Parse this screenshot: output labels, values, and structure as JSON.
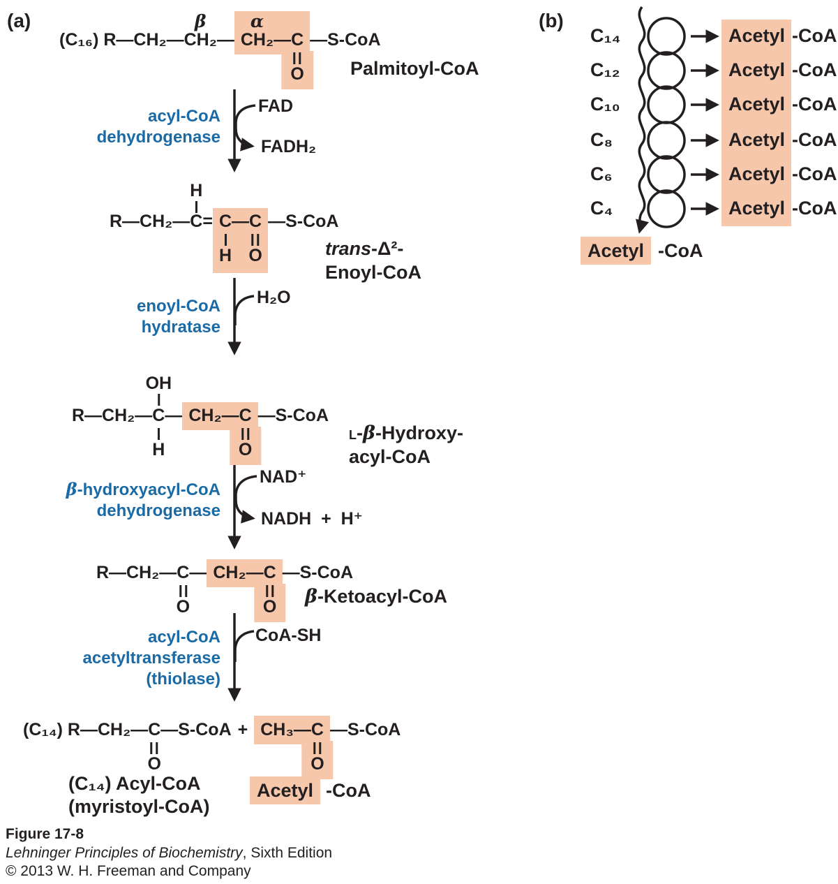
{
  "colors": {
    "highlight": "#f7c7ac",
    "enzyme_blue": "#1a6aa5",
    "ink": "#231f20"
  },
  "panel_a": {
    "label": "(a)",
    "r1": {
      "pre": "(C₁₆) R—CH₂—",
      "beta": "β",
      "ch2b": "CH₂",
      "d1": "—",
      "alpha": "α",
      "ch2a": "CH₂",
      "d2": "—",
      "c": "C",
      "o": "O",
      "post": "—S-CoA",
      "name": "Palmitoyl-CoA"
    },
    "e1": {
      "l1": "acyl-CoA",
      "l2": "dehydrogenase",
      "in": "FAD",
      "out": "FADH₂"
    },
    "r2": {
      "pre": "R—CH₂—",
      "h_top": "H",
      "c1": "C",
      "eq": "=",
      "c2": "C",
      "h": "H",
      "d": "—",
      "c3": "C",
      "o": "O",
      "post": "—S-CoA",
      "name1_it": "trans",
      "name1_rest": "-Δ²-",
      "name2": "Enoyl-CoA"
    },
    "e2": {
      "l1": "enoyl-CoA",
      "l2": "hydratase",
      "in": "H₂O"
    },
    "r3": {
      "pre": "R—CH₂—",
      "oh": "OH",
      "c1": "C",
      "h": "H",
      "d1": "—",
      "ch2": "CH₂",
      "d2": "—",
      "c2": "C",
      "o": "O",
      "post": "—S-CoA",
      "name1_sc": "L",
      "name1_d": "-",
      "name1_beta": "β",
      "name1_rest": "-Hydroxy-",
      "name2": "acyl-CoA"
    },
    "e3": {
      "l1_beta": "β",
      "l1_rest": "-hydroxyacyl-CoA",
      "l2": "dehydrogenase",
      "in": "NAD⁺",
      "out": "NADH  +  H⁺"
    },
    "r4": {
      "pre": "R—CH₂—",
      "c1": "C",
      "o1": "O",
      "d1": "—",
      "ch2": "CH₂",
      "d2": "—",
      "c2": "C",
      "o2": "O",
      "post": "—S-CoA",
      "name_beta": "β",
      "name_rest": "-Ketoacyl-CoA"
    },
    "e4": {
      "l1": "acyl-CoA",
      "l2": "acetyltransferase",
      "l3": "(thiolase)",
      "in": "CoA-SH"
    },
    "r5": {
      "pre": "(C₁₄) R—CH₂—",
      "c1": "C",
      "o1": "O",
      "mid": "—S-CoA",
      "plus": "+",
      "ch3": "CH₃",
      "d": "—",
      "c2": "C",
      "o2": "O",
      "post": "—S-CoA",
      "name1": "(C₁₄) Acyl-CoA",
      "name2": "(myristoyl-CoA)",
      "acetyl": "Acetyl",
      "coa": "-CoA"
    }
  },
  "panel_b": {
    "label": "(b)",
    "rows": [
      {
        "carbon": "C₁₄",
        "acetyl": "Acetyl",
        "coa": "-CoA"
      },
      {
        "carbon": "C₁₂",
        "acetyl": "Acetyl",
        "coa": "-CoA"
      },
      {
        "carbon": "C₁₀",
        "acetyl": "Acetyl",
        "coa": "-CoA"
      },
      {
        "carbon": "C₈",
        "acetyl": "Acetyl",
        "coa": "-CoA"
      },
      {
        "carbon": "C₆",
        "acetyl": "Acetyl",
        "coa": "-CoA"
      },
      {
        "carbon": "C₄",
        "acetyl": "Acetyl",
        "coa": "-CoA"
      }
    ],
    "product": {
      "acetyl": "Acetyl",
      "coa": "-CoA"
    }
  },
  "caption": {
    "figure": "Figure 17-8",
    "book": "Lehninger Principles of Biochemistry",
    "edition": ", Sixth Edition",
    "copyright": "© 2013 W. H. Freeman and Company"
  }
}
